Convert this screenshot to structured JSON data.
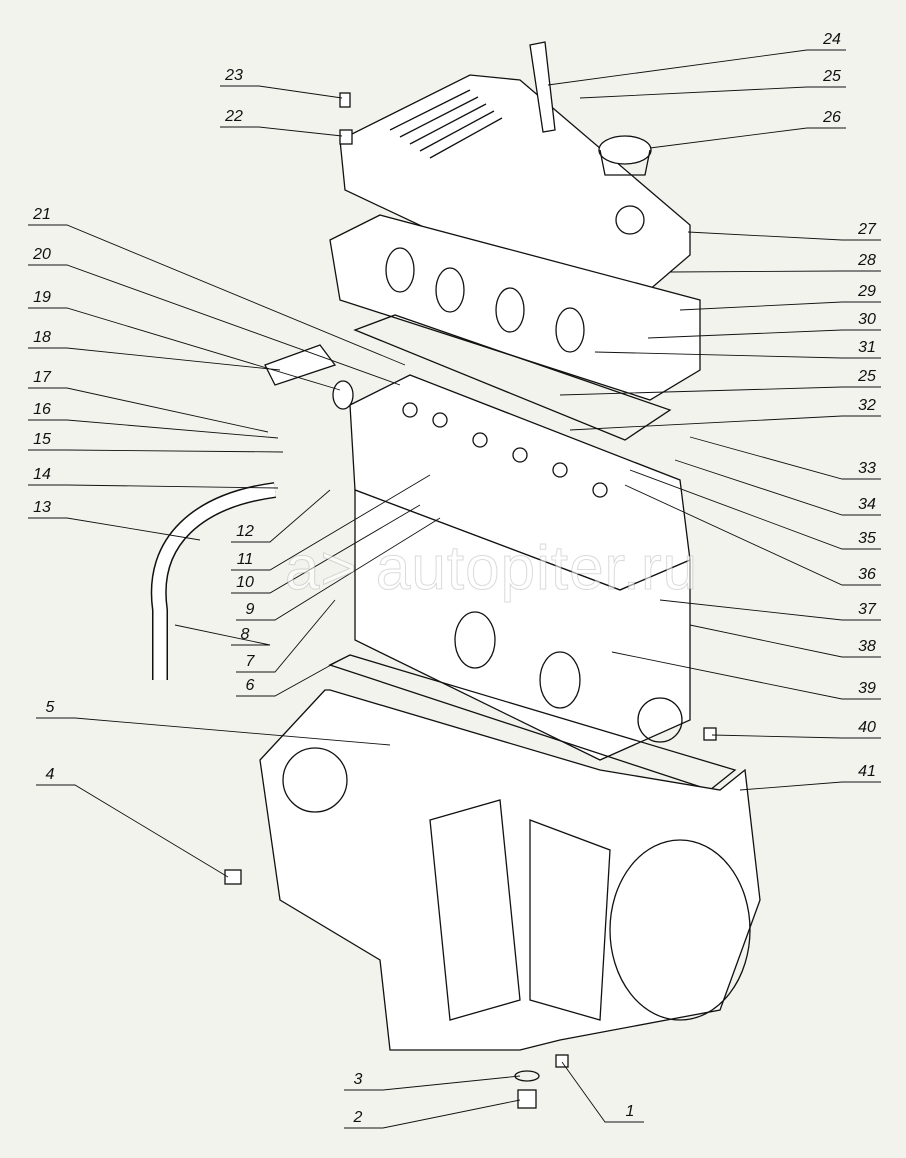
{
  "title": "Engine exploded view",
  "watermark": "a> autopiter.ru",
  "callouts": [
    "23",
    "22",
    "21",
    "20",
    "19",
    "18",
    "17",
    "16",
    "15",
    "14",
    "13",
    "12",
    "11",
    "10",
    "9",
    "8",
    "7",
    "6",
    "5",
    "4",
    "3",
    "2",
    "1",
    "24",
    "25",
    "26",
    "27",
    "28",
    "29",
    "30",
    "31",
    "25",
    "32",
    "33",
    "34",
    "35",
    "36",
    "37",
    "38",
    "39",
    "40",
    "41"
  ],
  "colors": {
    "background": "#f3f3ee",
    "line": "#111111"
  }
}
